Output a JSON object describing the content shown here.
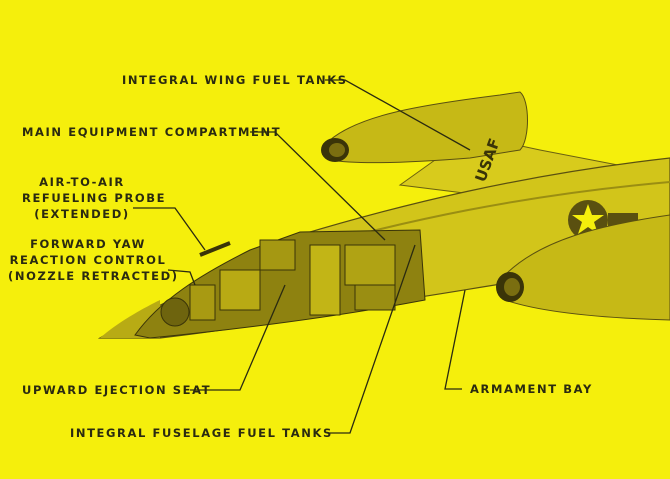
{
  "labels": {
    "wing_tanks": "INTEGRAL WING FUEL TANKS",
    "equipment": "MAIN EQUIPMENT COMPARTMENT",
    "probe": [
      "AIR-TO-AIR",
      "REFUELING PROBE",
      "(EXTENDED)"
    ],
    "yaw": [
      "FORWARD YAW",
      "REACTION CONTROL",
      "(NOZZLE RETRACTED)"
    ],
    "seat": "UPWARD EJECTION SEAT",
    "armament": "ARMAMENT BAY",
    "fuselage_tanks": "INTEGRAL FUSELAGE FUEL TANKS"
  },
  "markings": {
    "wing_text": "USAF"
  },
  "colors": {
    "background": "#f5ef0c",
    "body": "#cfc21a",
    "shade": "#8f8410",
    "line": "#2a2a10"
  }
}
